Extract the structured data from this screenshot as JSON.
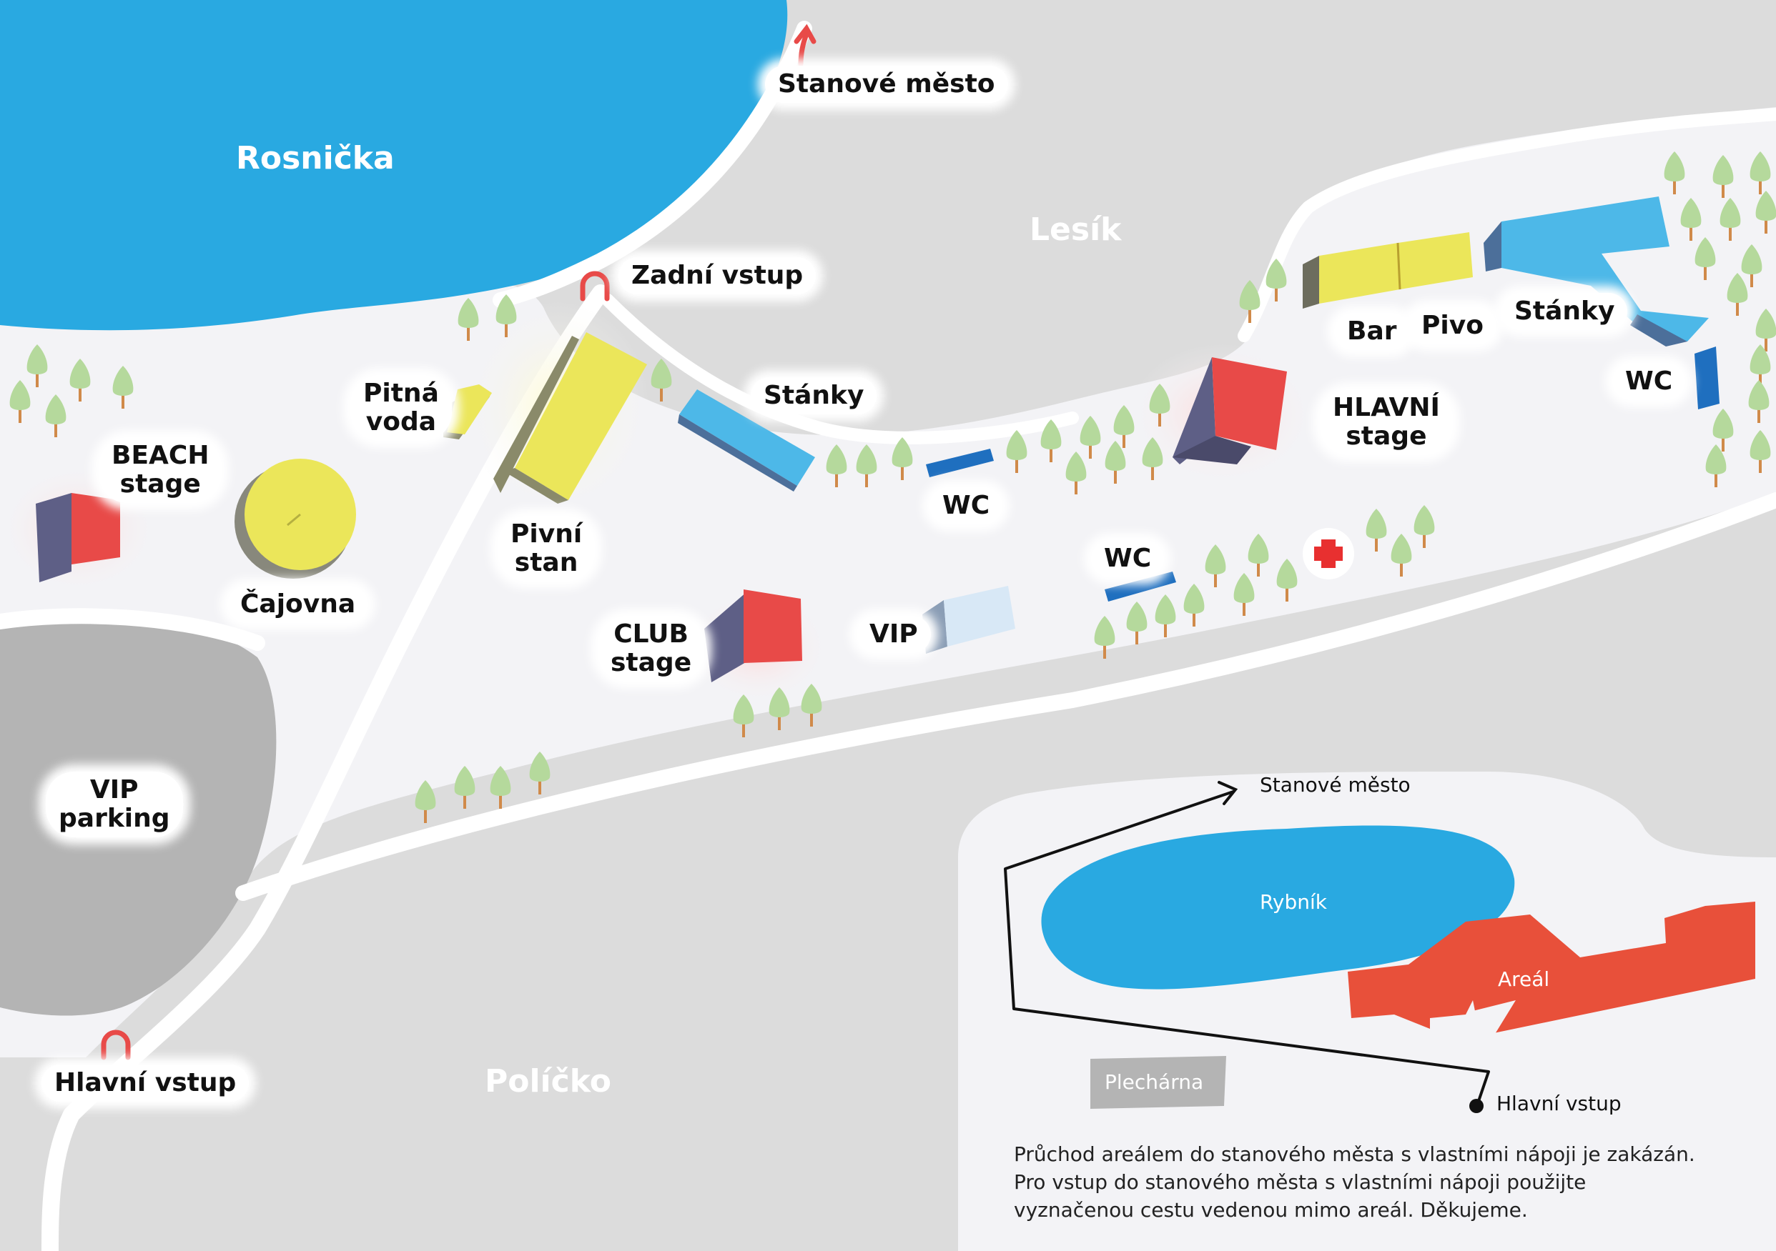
{
  "areas": {
    "lake": "Rosnička",
    "forest": "Lesík",
    "field": "Políčko"
  },
  "entrances": {
    "back": "Zadní vstup",
    "main": "Hlavní vstup",
    "tent_city": "Stanové město"
  },
  "venues": {
    "beach_stage_1": "BEACH",
    "beach_stage_2": "stage",
    "tea_room": "Čajovna",
    "water_1": "Pitná",
    "water_2": "voda",
    "beer_tent_1": "Pivní",
    "beer_tent_2": "stan",
    "stalls_left": "Stánky",
    "stalls_right": "Stánky",
    "wc_1": "WC",
    "wc_2": "WC",
    "wc_3": "WC",
    "club_stage_1": "CLUB",
    "club_stage_2": "stage",
    "vip": "VIP",
    "main_stage_1": "HLAVNÍ",
    "main_stage_2": "stage",
    "bar": "Bar",
    "beer": "Pivo",
    "vip_parking_1": "VIP",
    "vip_parking_2": "parking"
  },
  "first_aid_icon": "red-cross-icon",
  "inset": {
    "tent_city": "Stanové město",
    "pond": "Rybník",
    "grounds": "Areál",
    "tin_hall": "Plechárna",
    "main_entrance": "Hlavní vstup"
  },
  "note": {
    "line1": "Průchod areálem do stanového města s vlastními nápoji je zakázán.",
    "line2": "Pro vstup do stanového města s vlastními nápoji použijte",
    "line3": "vyznačenou cestu vedenou mimo areál. Děkujeme."
  },
  "colors": {
    "water": "#29a9e1",
    "stage_red": "#e84a48",
    "yellow": "#ebe65a",
    "light_blue": "#4db8e8",
    "dark_blue": "#1f6fbf",
    "grounds_red": "#e8503a",
    "tree": "#b5d99c"
  }
}
